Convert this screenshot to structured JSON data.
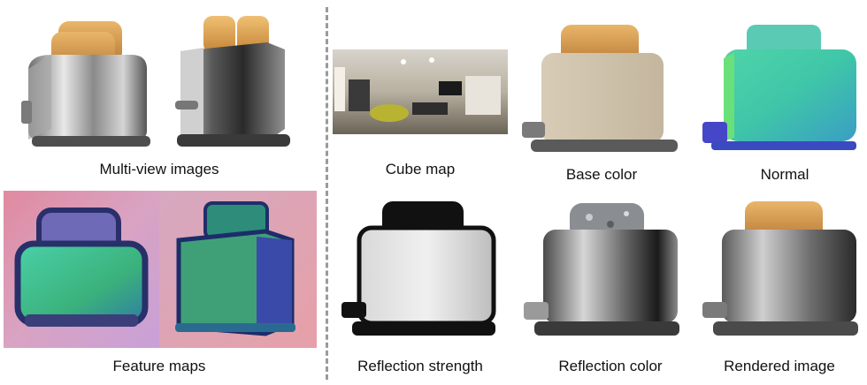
{
  "captions": {
    "multi_view": "Multi-view images",
    "feature_maps": "Feature maps",
    "cube_map": "Cube map",
    "base_color": "Base color",
    "normal": "Normal",
    "reflection_strength": "Reflection strength",
    "reflection_color": "Reflection color",
    "rendered_image": "Rendered image"
  },
  "subject": "toaster"
}
